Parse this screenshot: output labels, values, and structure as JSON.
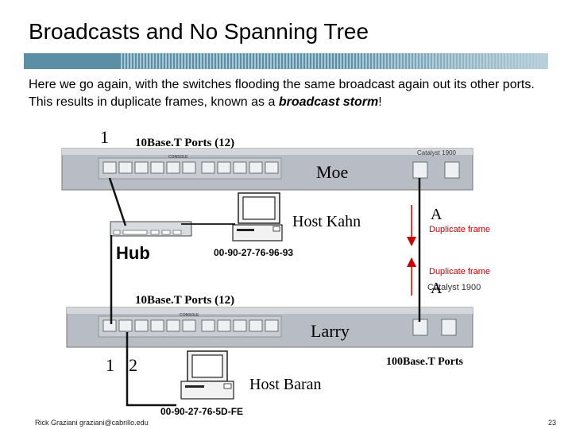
{
  "slide": {
    "title": "Broadcasts and No Spanning Tree",
    "intro_plain": "Here we go again, with the switches flooding the same broadcast again out its other ports.  This results in duplicate frames, known as a ",
    "intro_emph": "broadcast storm",
    "intro_end": "!"
  },
  "diagram": {
    "top_port_number": "1",
    "top_ports_label": "10Base.T Ports  (12)",
    "switch_model_top": "Catalyst 1900",
    "switch_model_bottom": "Catalyst 1900",
    "switch_top_name": "Moe",
    "switch_bottom_name": "Larry",
    "host_kahn_label": "Host Kahn",
    "host_kahn_mac": "00-90-27-76-96-93",
    "hub_label": "Hub",
    "port_a_top": "A",
    "port_a_bottom": "A",
    "duplicate_top": "Duplicate frame",
    "duplicate_bottom": "Duplicate frame",
    "bottom_ports_label": "10Base.T Ports  (12)",
    "bottom_port_1": "1",
    "bottom_port_2": "2",
    "fast_ports_label": "100Base.T Ports",
    "host_baran_label": "Host Baran",
    "host_baran_mac": "00-90-27-76-5D-FE",
    "console_label": "CONSOLE"
  },
  "footer": {
    "author": "Rick Graziani  graziani@cabrillo.edu",
    "page_number": "23"
  },
  "colors": {
    "switch_body": "#b8bcc4",
    "title_bar": "#5b8fa6",
    "arrow_red": "#cc0000"
  }
}
